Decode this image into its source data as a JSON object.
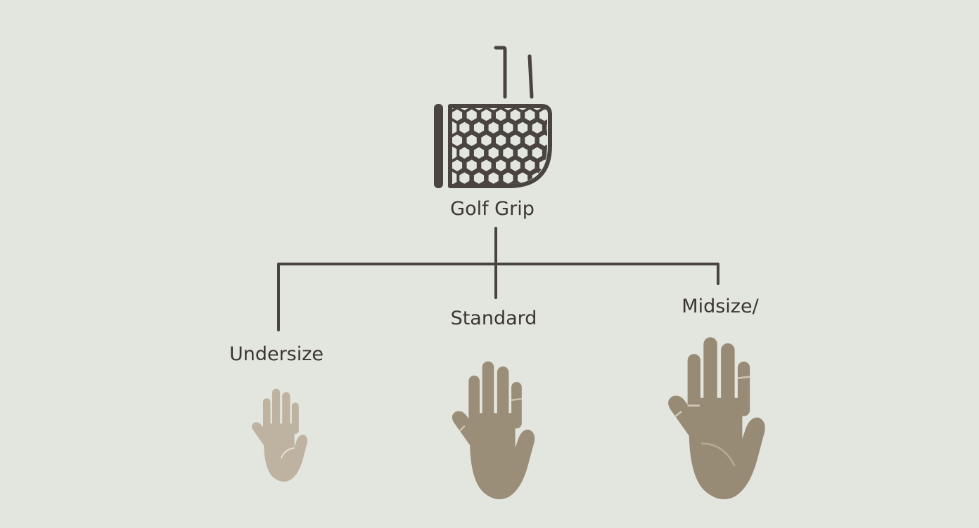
{
  "diagram": {
    "root": {
      "label": "Golf Grip",
      "icon": "golf-grip-icon"
    },
    "children": [
      {
        "label": "Undersize",
        "icon": "small-hand-icon",
        "hand_color": "#bdb3a0"
      },
      {
        "label": "Standard",
        "icon": "medium-hand-icon",
        "hand_color": "#9a8e78"
      },
      {
        "label": "Midsize/",
        "icon": "large-hand-icon",
        "hand_color": "#978b75"
      }
    ]
  },
  "colors": {
    "background": "#e3e5df",
    "line": "#4a4440",
    "text": "#3b3632"
  }
}
